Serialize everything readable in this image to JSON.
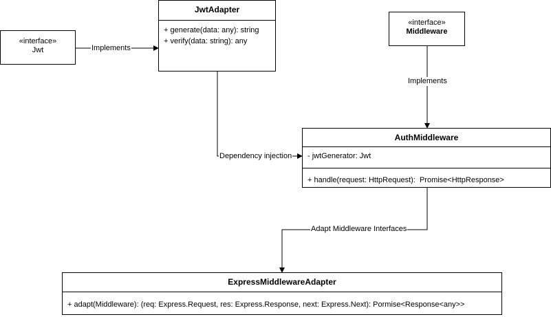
{
  "jwt": {
    "stereotype": "«interface»",
    "name": "Jwt"
  },
  "jwt_adapter": {
    "name": "JwtAdapter",
    "methods": [
      "+ generate(data: any): string",
      "+ verify(data: string): any"
    ]
  },
  "middleware": {
    "stereotype": "«interface»",
    "name": "Middleware"
  },
  "auth_middleware": {
    "name": "AuthMiddleware",
    "attributes": [
      "- jwtGenerator: Jwt"
    ],
    "methods": [
      "+ handle(request: HttpRequest):  Promise<HttpResponse>"
    ]
  },
  "express_adapter": {
    "name": "ExpressMiddlewareAdapter",
    "methods": [
      "+ adapt(Middleware): (req: Express.Request, res: Express.Response, next: Express.Next): Pormise<Response<any>>"
    ]
  },
  "edges": {
    "jwt_implements": "Implements",
    "middleware_implements": "Implements",
    "dependency_injection": "Dependency injection",
    "adapt_interfaces": "Adapt Middleware Interfaces"
  }
}
